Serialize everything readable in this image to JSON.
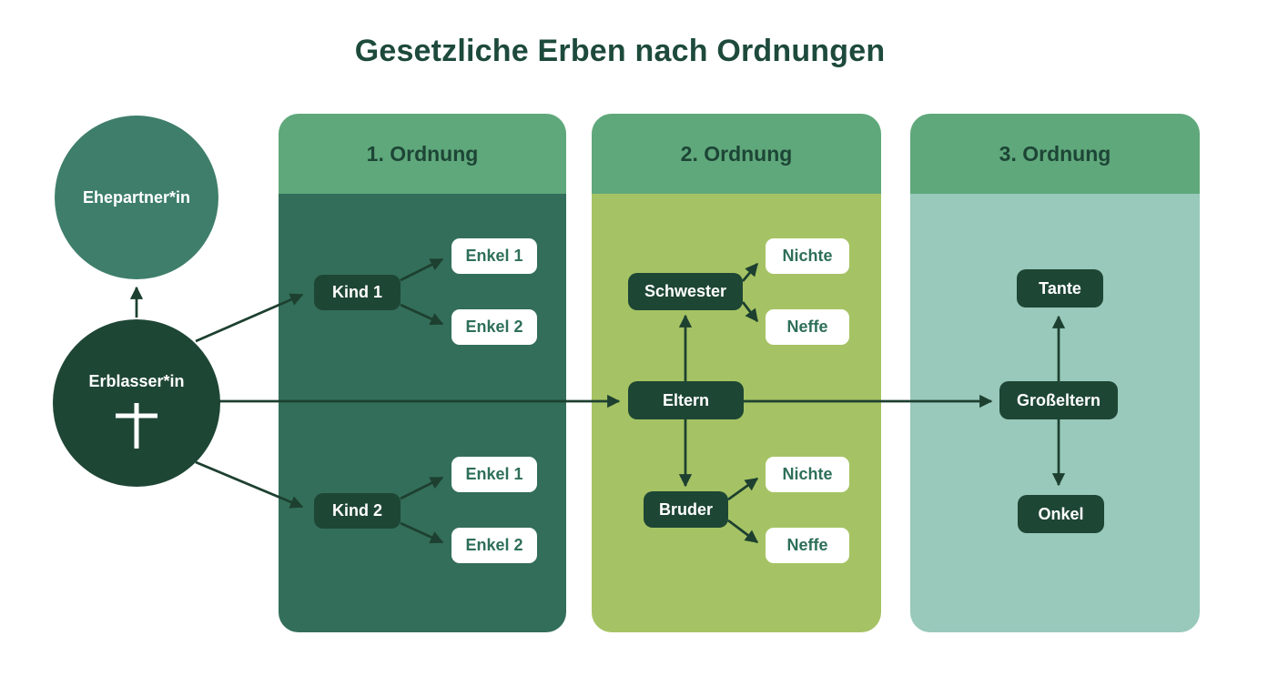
{
  "title": "Gesetzliche Erben nach Ordnungen",
  "colors": {
    "background": "#ffffff",
    "title_text": "#1d4a3c",
    "header_bg": "#5fa87b",
    "header_text": "#1d4536",
    "order1_bg": "#336e5a",
    "order2_bg": "#a5c364",
    "order3_bg": "#98c9bb",
    "dark_node_bg": "#1e4635",
    "dark_node_text": "#ffffff",
    "light_node_bg": "#ffffff",
    "light_node_text": "#2e6f58",
    "spouse_circle_bg": "#3e7e6a",
    "deceased_circle_bg": "#1e4635",
    "arrow": "#1d4030"
  },
  "family": {
    "spouse": "Ehepartner*in",
    "deceased": "Erblasser*in",
    "deceased_symbol": "cross-icon"
  },
  "order1": {
    "header": "1. Ordnung",
    "groups": [
      {
        "parent": "Kind 1",
        "children": [
          "Enkel 1",
          "Enkel 2"
        ]
      },
      {
        "parent": "Kind 2",
        "children": [
          "Enkel 1",
          "Enkel 2"
        ]
      }
    ]
  },
  "order2": {
    "header": "2. Ordnung",
    "center": "Eltern",
    "groups": [
      {
        "parent": "Schwester",
        "children": [
          "Nichte",
          "Neffe"
        ]
      },
      {
        "parent": "Bruder",
        "children": [
          "Nichte",
          "Neffe"
        ]
      }
    ]
  },
  "order3": {
    "header": "3. Ordnung",
    "top": "Tante",
    "center": "Großeltern",
    "bottom": "Onkel"
  }
}
